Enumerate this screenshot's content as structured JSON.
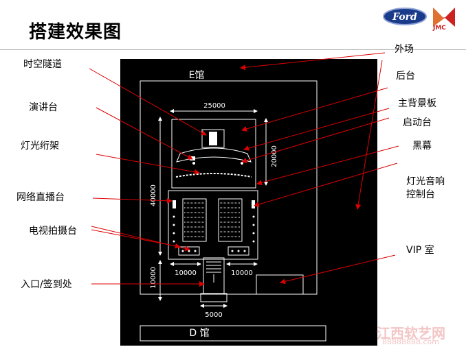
{
  "title": "搭建效果图",
  "logos": {
    "ford": "Ford",
    "jmc": "JMC"
  },
  "halls": {
    "top": "E馆",
    "bottom": "D 馆"
  },
  "dimensions": {
    "stage_width": "25000",
    "stage_depth": "20000",
    "hall_depth": "40000",
    "entrance_depth": "10000",
    "side_left": "10000",
    "side_right": "10000",
    "entrance_width": "5000"
  },
  "labels": {
    "tunnel": "时空隧道",
    "podium": "演讲台",
    "truss": "灯光绗架",
    "webcast": "网络直播台",
    "tv": "电视拍摄台",
    "entrance": "入口/签到处",
    "outdoor": "外场",
    "backstage": "后台",
    "backdrop": "主背景板",
    "launch": "启动台",
    "curtain": "黑幕",
    "control_line1": "灯光音响",
    "control_line2": "控制台",
    "vip": "VIP 室"
  },
  "watermark": {
    "line1": "江西软艺网",
    "line2": "88888888.com"
  },
  "colors": {
    "floor": "#000000",
    "lines": "#ffffff",
    "arrows": "#dd0000",
    "brand_blue": "#1a3a8a",
    "brand_red": "#cc2222"
  }
}
